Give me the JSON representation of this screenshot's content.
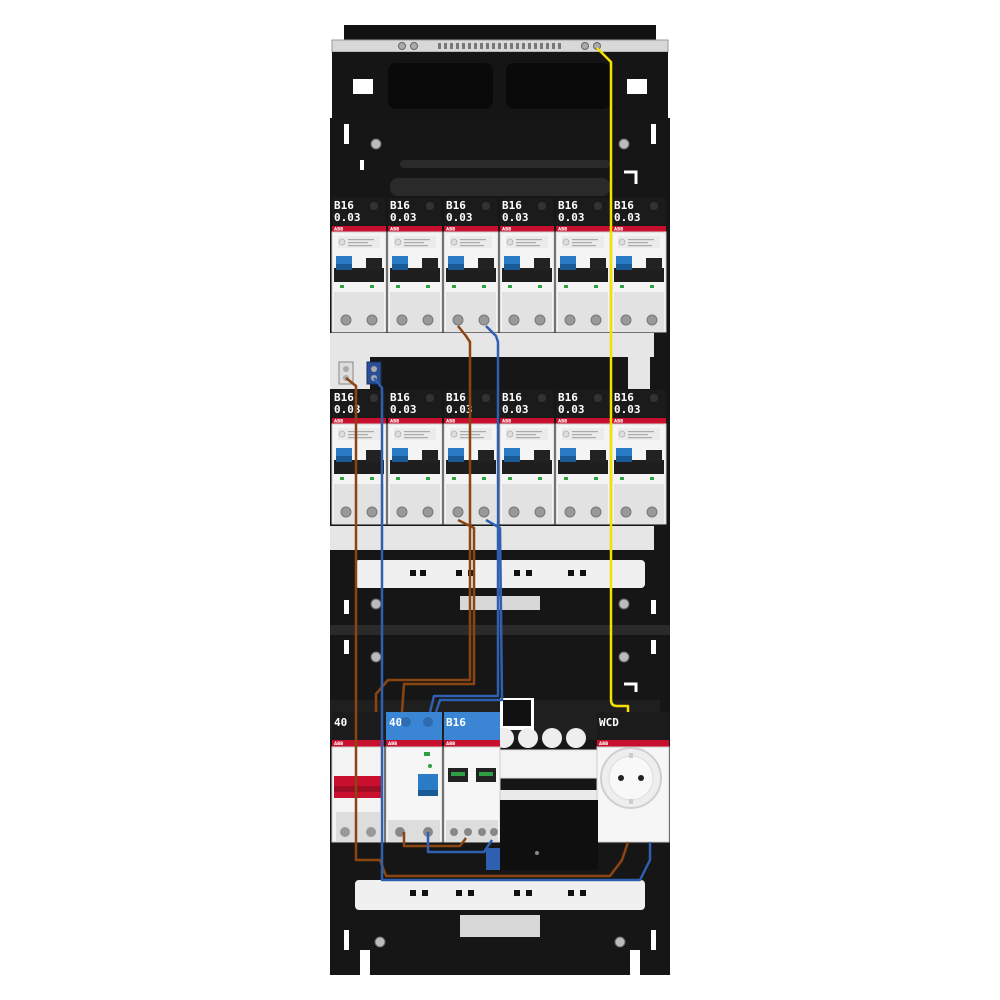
{
  "rows": [
    {
      "breakers": [
        {
          "rating": "B16",
          "sensitivity": "0.03"
        },
        {
          "rating": "B16",
          "sensitivity": "0.03"
        },
        {
          "rating": "B16",
          "sensitivity": "0.03"
        },
        {
          "rating": "B16",
          "sensitivity": "0.03"
        },
        {
          "rating": "B16",
          "sensitivity": "0.03"
        },
        {
          "rating": "B16",
          "sensitivity": "0.03"
        }
      ]
    },
    {
      "breakers": [
        {
          "rating": "B16",
          "sensitivity": "0.03"
        },
        {
          "rating": "B16",
          "sensitivity": "0.03"
        },
        {
          "rating": "B16",
          "sensitivity": "0.03"
        },
        {
          "rating": "B16",
          "sensitivity": "0.03"
        },
        {
          "rating": "B16",
          "sensitivity": "0.03"
        },
        {
          "rating": "B16",
          "sensitivity": "0.03"
        }
      ]
    }
  ],
  "bottom": {
    "main_switch": {
      "rating": "40"
    },
    "rcd": {
      "rating": "40"
    },
    "mcb": {
      "rating": "B16"
    },
    "socket": {
      "label": "WCD"
    }
  },
  "brand": "ABB",
  "colors": {
    "phase": "#8b4513",
    "neutral": "#2f5fb0",
    "earth": "#f5e000",
    "accent_red": "#c8102e",
    "module_blue": "#3a86d4"
  }
}
